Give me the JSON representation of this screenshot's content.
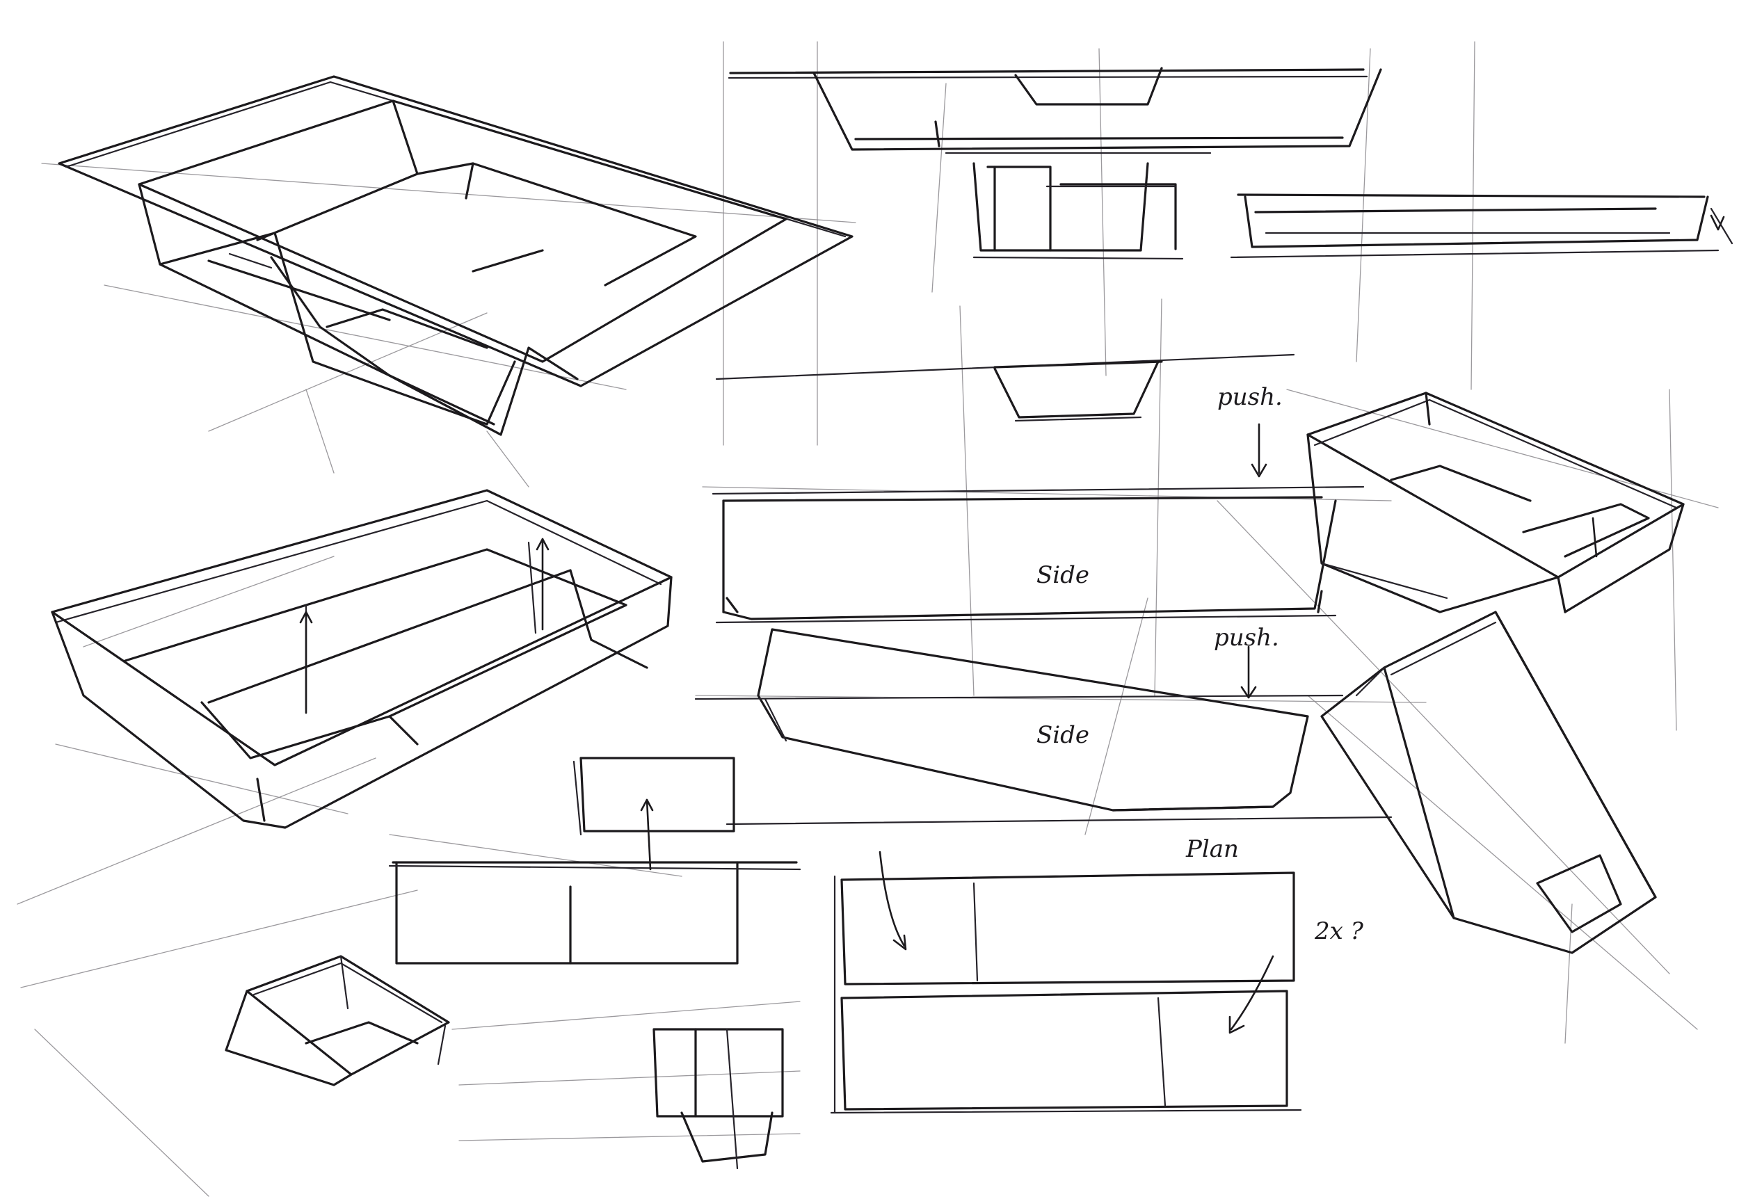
{
  "annotations": {
    "side_top": "Side",
    "side_lower": "Side",
    "push_top": "push.",
    "push_lower": "push.",
    "plan": "Plan",
    "two_x": "2x ?"
  },
  "palette": {
    "paper": "#ffffff",
    "ink": "#1c1a1d",
    "construction": "#8a878c"
  }
}
